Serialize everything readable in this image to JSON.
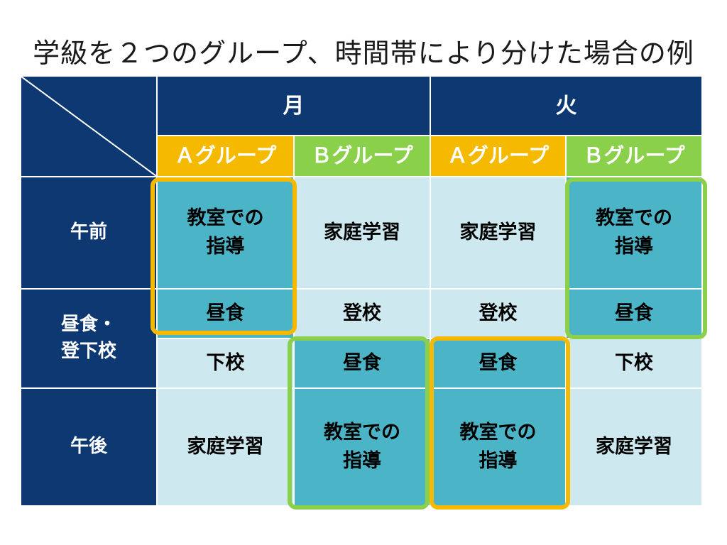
{
  "title": "学級を２つのグループ、時間帯により分けた場合の例",
  "days": [
    "月",
    "火"
  ],
  "groups": [
    "Ａグループ",
    "Ｂグループ",
    "Ａグループ",
    "Ｂグループ"
  ],
  "rows": [
    "午前",
    "昼食・\n登下校",
    "午後"
  ],
  "cells": {
    "am": [
      "教室での\n指導",
      "家庭学習",
      "家庭学習",
      "教室での\n指導"
    ],
    "lunch1": [
      "昼食",
      "登校",
      "登校",
      "昼食"
    ],
    "lunch2": [
      "下校",
      "昼食",
      "昼食",
      "下校"
    ],
    "pm": [
      "家庭学習",
      "教室での\n指導",
      "教室での\n指導",
      "家庭学習"
    ]
  },
  "colors": {
    "navy": "#0e3872",
    "light_blue": "#cde9ef",
    "teal": "#4bb5c7",
    "orange": "#f5ba00",
    "green": "#8bd04a"
  }
}
